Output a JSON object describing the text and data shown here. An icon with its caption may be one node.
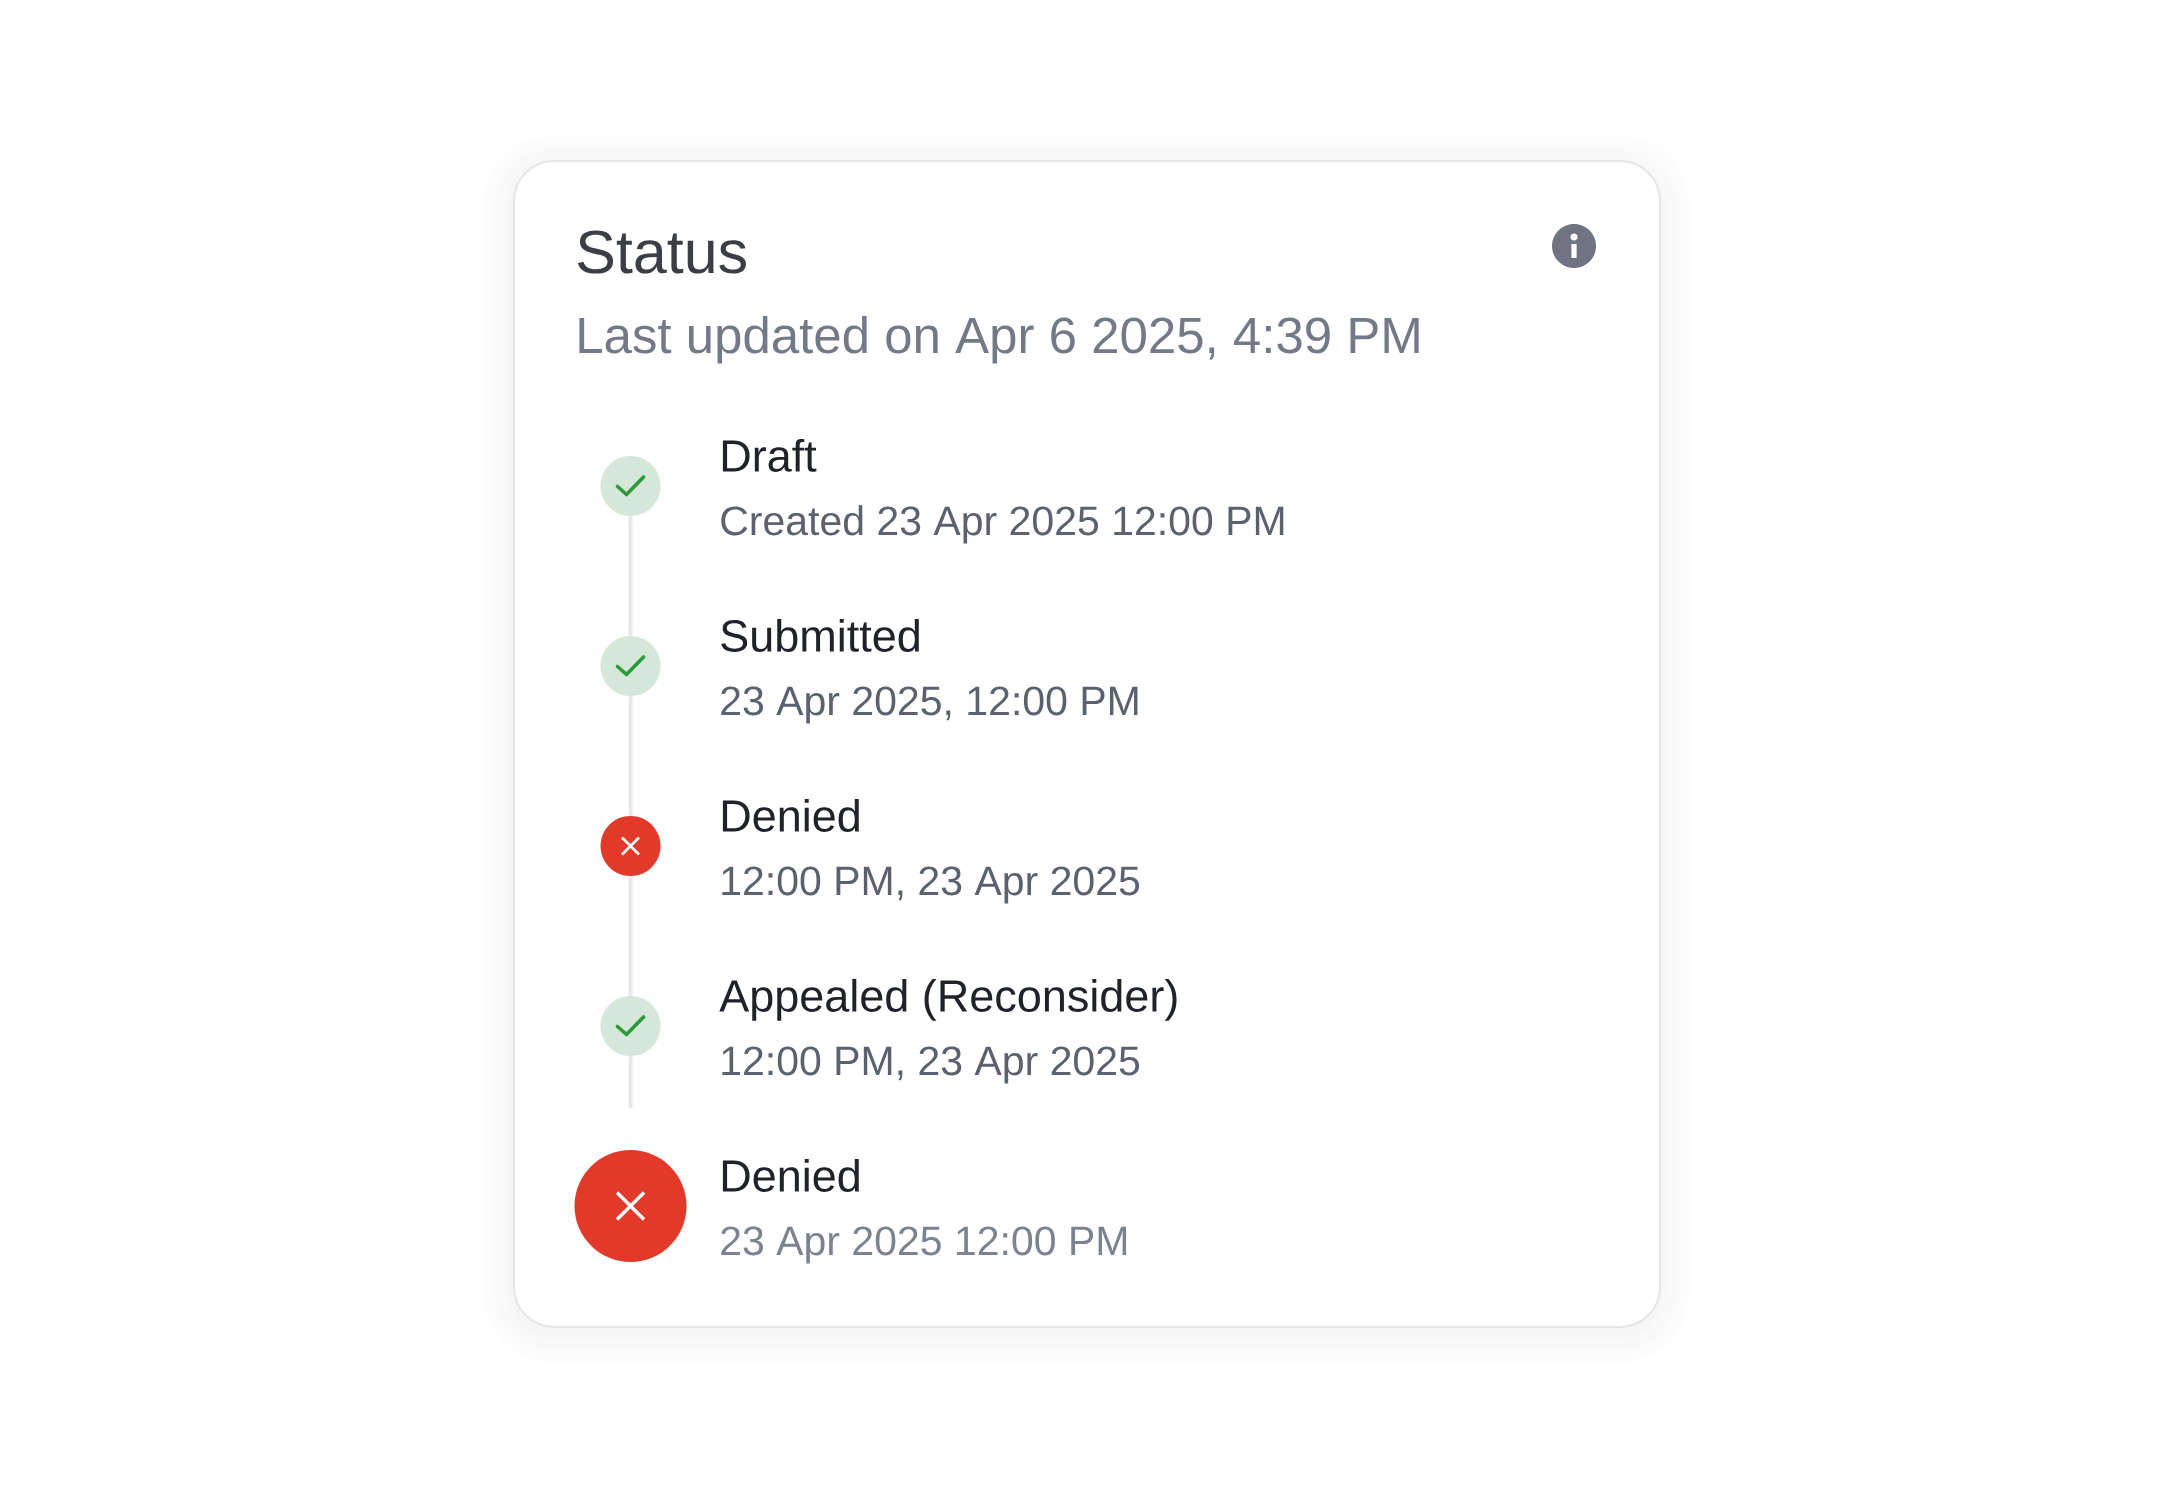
{
  "diagram": {
    "nodes": [
      {
        "text": [
          "Status",
          "Last updated on Apr 6 2025, 4:39 PM"
        ]
      },
      {
        "text": [],
        "shape": "circle",
        "in": 0,
        "beside": [
          "Draft",
          "Created 23 Apr 2025 12:00 PM"
        ]
      },
      {
        "text": [],
        "shape": "circle",
        "in": 0,
        "beside": [
          "Submitted",
          "23 Apr 2025, 12:00 PM"
        ]
      },
      {
        "text": [],
        "shape": "circle",
        "in": 0,
        "beside": [
          "Denied",
          "12:00 PM, 23 Apr 2025"
        ]
      },
      {
        "text": [],
        "shape": "circle",
        "in": 0,
        "beside": [
          "Appealed (Reconsider)",
          "12:00 PM, 23 Apr 2025"
        ]
      },
      {
        "text": [],
        "shape": "circle",
        "in": 0,
        "beside": [
          "Denied",
          "23 Apr 2025 12:00 PM"
        ]
      }
    ],
    "edges": [
      {
        "from": 1,
        "to": 2,
        "arrow": "none"
      },
      {
        "from": 2,
        "to": 3,
        "arrow": "none"
      },
      {
        "from": 3,
        "to": 4,
        "arrow": "none"
      },
      {
        "from": 4,
        "to": null,
        "arrow": "none"
      }
    ]
  }
}
